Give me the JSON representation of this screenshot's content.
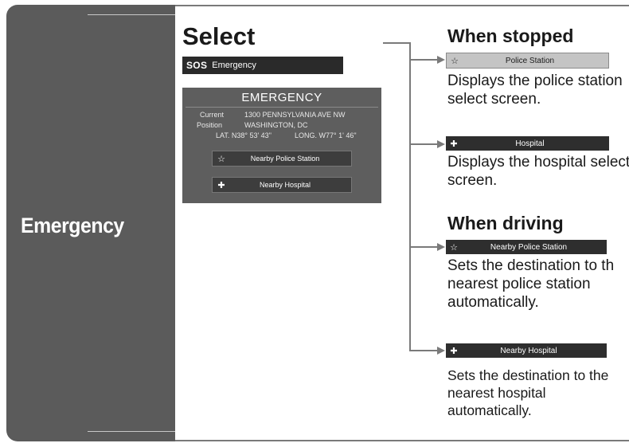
{
  "sidebar": {
    "title": "Emergency"
  },
  "select": {
    "title": "Select",
    "sos_tag": "SOS",
    "sos_label": "Emergency"
  },
  "screen": {
    "title": "EMERGENCY",
    "current_label": "Current",
    "position_label": "Position",
    "address": "1300 PENNSYLVANIA AVE NW",
    "city": "WASHINGTON, DC",
    "lat": "LAT. N38° 53' 43\"",
    "long": "LONG. W77° 1' 46\"",
    "btn_police": "Nearby Police Station",
    "btn_hospital": "Nearby Hospital"
  },
  "stopped": {
    "heading": "When stopped",
    "police_label": "Police Station",
    "police_desc": "Displays the police station select screen.",
    "hospital_label": "Hospital",
    "hospital_desc": "Displays the hospital select screen."
  },
  "driving": {
    "heading": "When driving",
    "police_label": "Nearby Police Station",
    "police_desc": "Sets the destination to th nearest police station automatically.",
    "hospital_label": "Nearby Hospital",
    "hospital_desc": "Sets the destination to the nearest hospital automatically."
  },
  "icons": {
    "police": "star-icon",
    "hospital": "cross-icon"
  }
}
